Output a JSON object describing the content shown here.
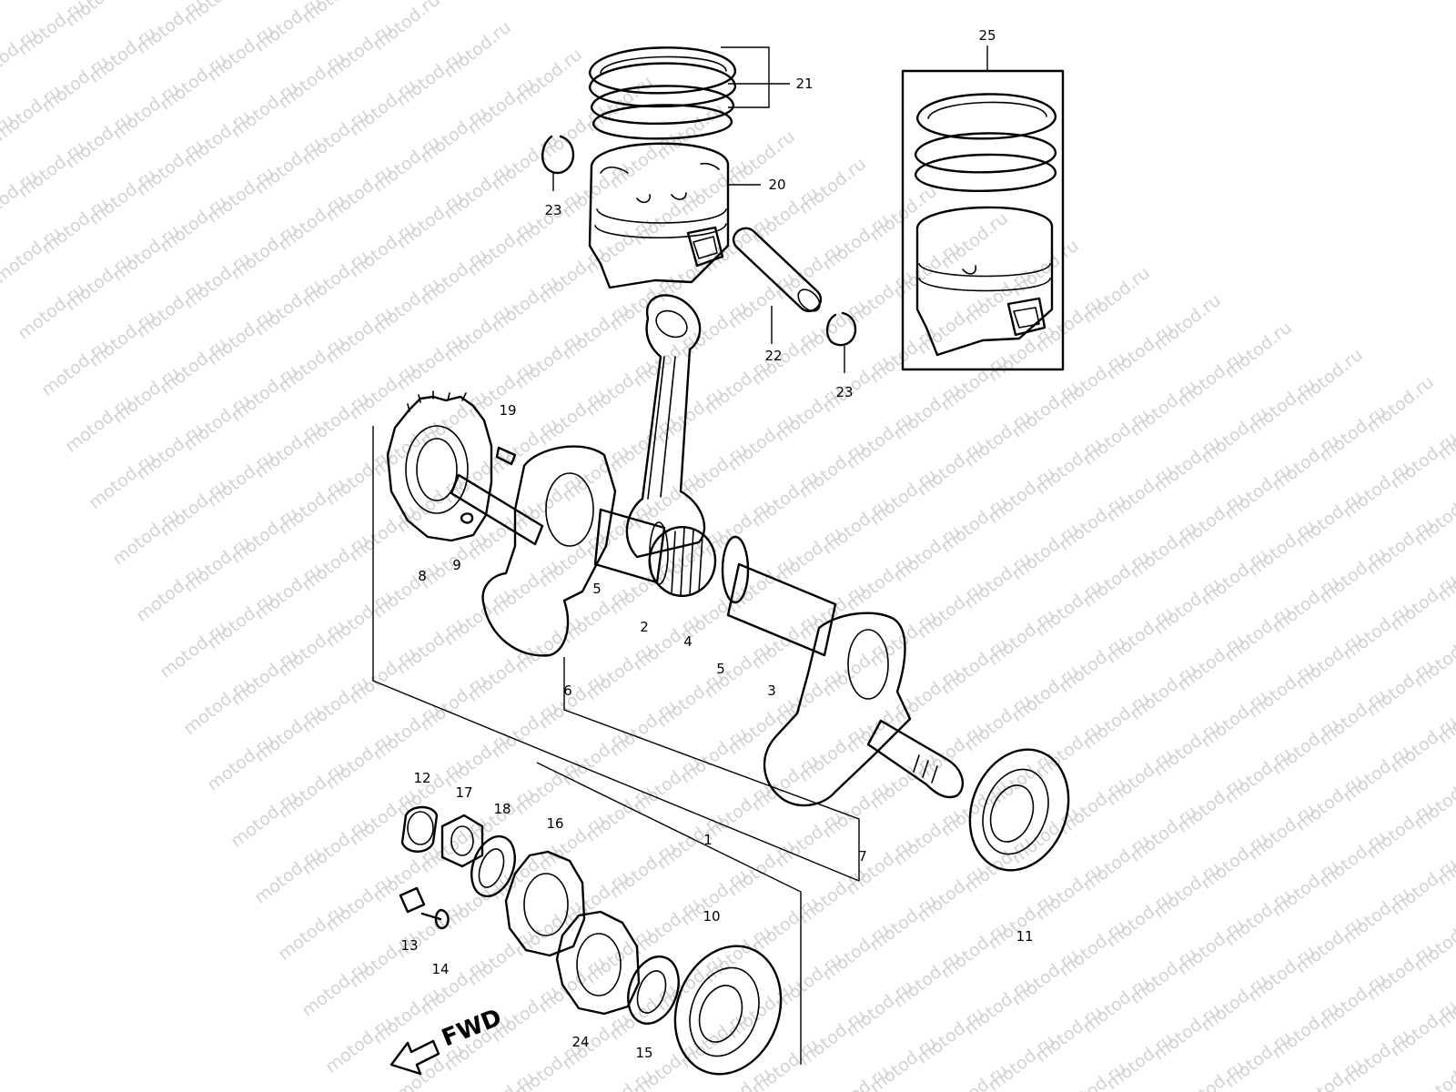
{
  "watermark": {
    "text": "motod.ru"
  },
  "direction_label": "FWD",
  "parts": [
    {
      "id": "p1",
      "label": "1"
    },
    {
      "id": "p2",
      "label": "2"
    },
    {
      "id": "p3",
      "label": "3"
    },
    {
      "id": "p4",
      "label": "4"
    },
    {
      "id": "p5a",
      "label": "5"
    },
    {
      "id": "p5b",
      "label": "5"
    },
    {
      "id": "p6",
      "label": "6"
    },
    {
      "id": "p7",
      "label": "7"
    },
    {
      "id": "p8",
      "label": "8"
    },
    {
      "id": "p9",
      "label": "9"
    },
    {
      "id": "p10",
      "label": "10"
    },
    {
      "id": "p11",
      "label": "11"
    },
    {
      "id": "p12",
      "label": "12"
    },
    {
      "id": "p13",
      "label": "13"
    },
    {
      "id": "p14",
      "label": "14"
    },
    {
      "id": "p15",
      "label": "15"
    },
    {
      "id": "p16",
      "label": "16"
    },
    {
      "id": "p17",
      "label": "17"
    },
    {
      "id": "p18",
      "label": "18"
    },
    {
      "id": "p19",
      "label": "19"
    },
    {
      "id": "p20",
      "label": "20"
    },
    {
      "id": "p21",
      "label": "21"
    },
    {
      "id": "p22",
      "label": "22"
    },
    {
      "id": "p23a",
      "label": "23"
    },
    {
      "id": "p23b",
      "label": "23"
    },
    {
      "id": "p24",
      "label": "24"
    },
    {
      "id": "p25",
      "label": "25"
    }
  ]
}
